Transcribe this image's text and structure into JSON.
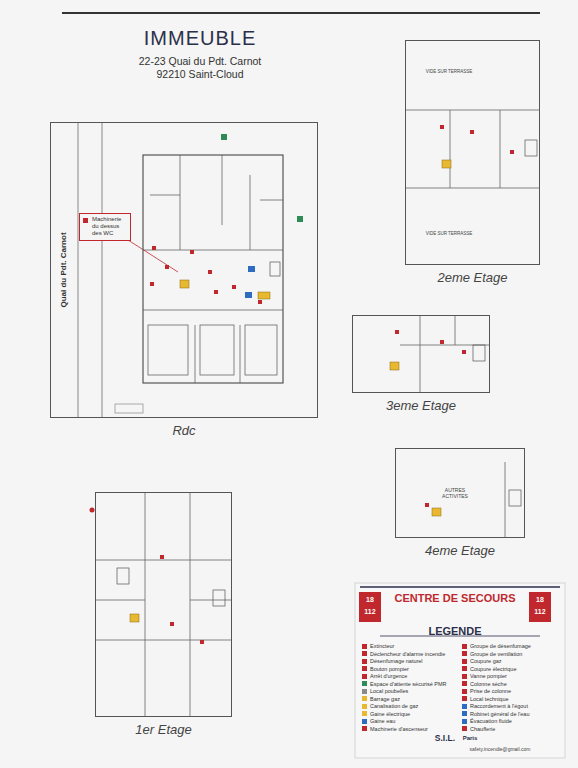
{
  "diagram": {
    "title": "IMMEUBLE",
    "nodes": [
      {
        "text": [
          "Rdc"
        ]
      },
      {
        "text": [
          "Machinerie du dessus des WC"
        ],
        "in": 0
      },
      {
        "text": [
          "2eme Etage"
        ]
      },
      {
        "text": [
          "3eme Etage"
        ]
      },
      {
        "text": [
          "4eme Etage"
        ]
      },
      {
        "text": [
          "1er Etage"
        ]
      }
    ],
    "labels": [
      "22-23 Quai du Pdt. Carnot",
      "92210 Saint-Cloud",
      "Quai du Pdt. Carnot",
      "VIDE SUR TERRASSE",
      "VIDE SUR TERRASSE",
      "AUTRES ACTIVITES",
      "18",
      "112",
      "18",
      "112",
      "CENTRE DE SECOURS",
      "LEGENDE",
      "S.I.L.",
      "Paris",
      "safety.incendie@gmail.com"
    ],
    "legend": [
      {
        "text": "Extincteur",
        "color": "#c0282d"
      },
      {
        "text": "Déclencheur d'alarme incendie",
        "color": "#c0282d"
      },
      {
        "text": "Désenfumage naturel",
        "color": "#c0282d"
      },
      {
        "text": "Bouton pompier",
        "color": "#c0282d"
      },
      {
        "text": "Arrêt d'urgence",
        "color": "#c0282d"
      },
      {
        "text": "Espace d'attente sécurisé PMR",
        "color": "#2e8b57"
      },
      {
        "text": "Local poubelles",
        "color": "#8a8a8a"
      },
      {
        "text": "Barrage gaz",
        "color": "#e8b830"
      },
      {
        "text": "Canalisation de gaz",
        "color": "#e8b830"
      },
      {
        "text": "Gaine électrique",
        "color": "#e8b830"
      },
      {
        "text": "Gaine eau",
        "color": "#2d6cc0"
      },
      {
        "text": "Machinerie d'ascenseur",
        "color": "#c0282d"
      },
      {
        "text": "Groupe de désenfumage",
        "color": "#c0282d"
      },
      {
        "text": "Groupe de ventilation",
        "color": "#c0282d"
      },
      {
        "text": "Coupure gaz",
        "color": "#c0282d"
      },
      {
        "text": "Coupure électrique",
        "color": "#c0282d"
      },
      {
        "text": "Vanne pompier",
        "color": "#c0282d"
      },
      {
        "text": "Colonne sèche",
        "color": "#c0282d"
      },
      {
        "text": "Prise de colonne",
        "color": "#c0282d"
      },
      {
        "text": "Local technique",
        "color": "#c0282d"
      },
      {
        "text": "Raccordement à l'égout",
        "color": "#2d6cc0"
      },
      {
        "text": "Robinet général de l'eau",
        "color": "#2d6cc0"
      },
      {
        "text": "Évacuation fluide",
        "color": "#2d6cc0"
      },
      {
        "text": "Chaufferie",
        "color": "#c0282d"
      }
    ]
  }
}
